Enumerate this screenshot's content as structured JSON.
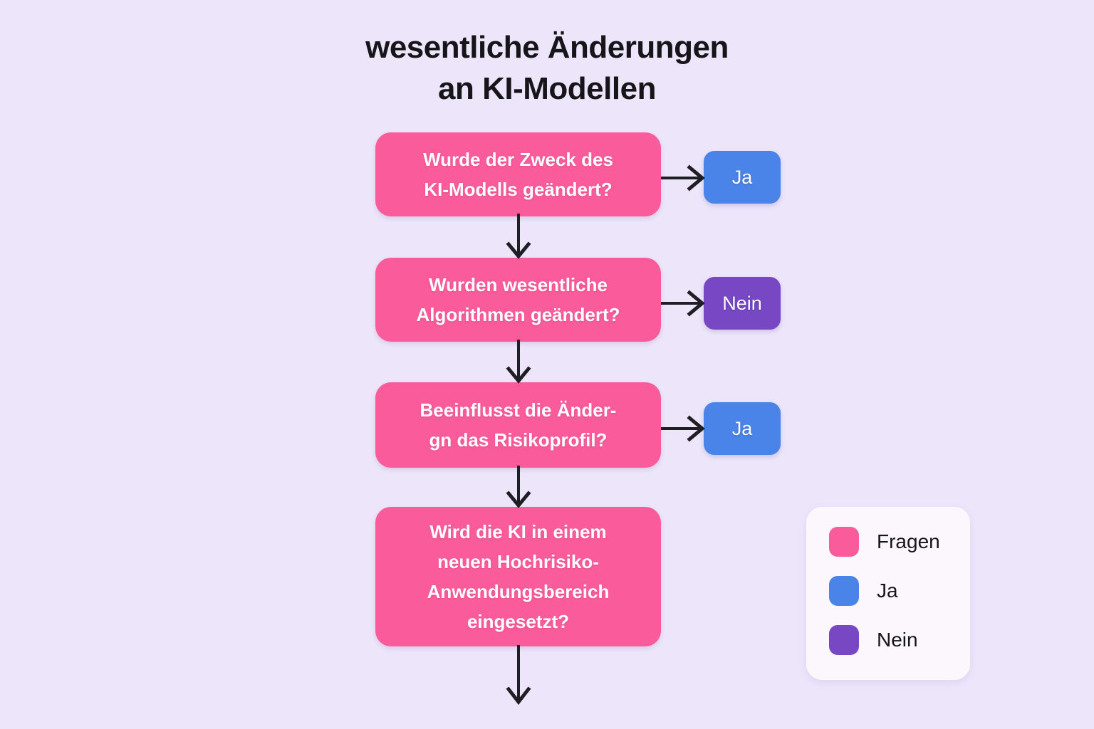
{
  "page": {
    "background_color": "#EDE6FB",
    "title": "wesentliche Änderungen\nan KI-Modellen"
  },
  "colors": {
    "question": "#FA5C9B",
    "yes": "#4B84E8",
    "no": "#7747C4",
    "arrow": "#1e1e24",
    "legend_card": "#FBF7FD",
    "text_dark": "#16161a",
    "text_light": "#ffffff"
  },
  "flow": {
    "nodes": [
      {
        "id": "q1",
        "type": "question",
        "text": "Wurde der Zweck des\nKI-Modells geändert?",
        "answer": {
          "label": "Ja",
          "type": "yes"
        }
      },
      {
        "id": "q2",
        "type": "question",
        "text": "Wurden wesentliche\nAlgorithmen geändert?",
        "answer": {
          "label": "Nein",
          "type": "no"
        }
      },
      {
        "id": "q3",
        "type": "question",
        "text": "Beeinflusst die Änder-\ngn das Risikoprofil?",
        "answer": {
          "label": "Ja",
          "type": "yes"
        }
      },
      {
        "id": "q4",
        "type": "question",
        "text": "Wird die KI in einem\nneuen Hochrisiko-\nAnwendungsbereich\neingesetzt?",
        "answer": null
      }
    ]
  },
  "legend": {
    "items": [
      {
        "label": "Fragen",
        "color": "#FA5C9B"
      },
      {
        "label": "Ja",
        "color": "#4B84E8"
      },
      {
        "label": "Nein",
        "color": "#7747C4"
      }
    ]
  }
}
